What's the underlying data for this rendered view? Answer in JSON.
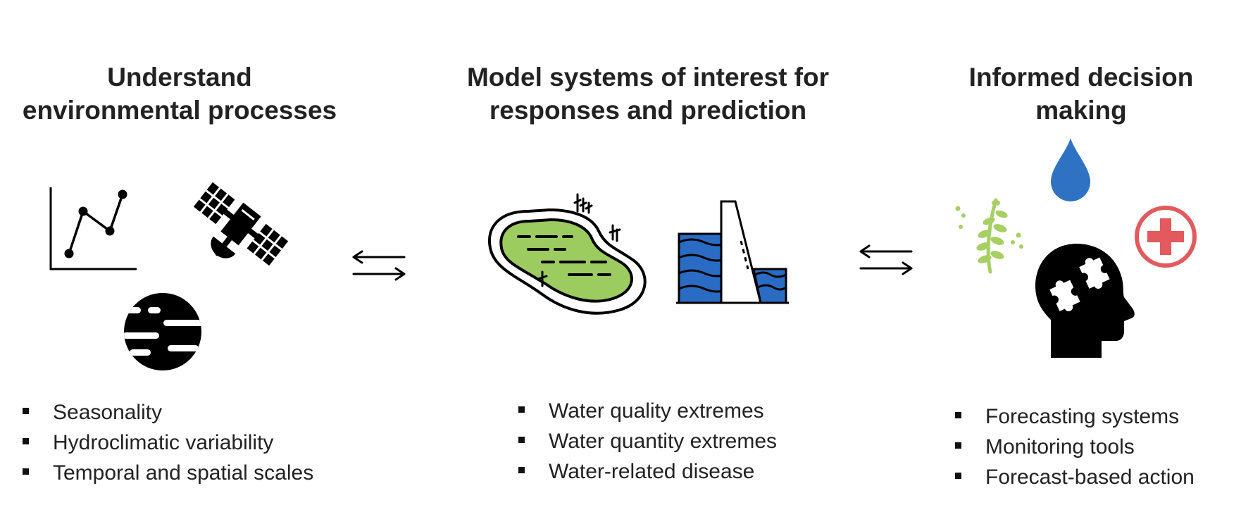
{
  "columns": [
    {
      "title_lines": [
        "Understand",
        "environmental processes"
      ],
      "bullets": [
        "Seasonality",
        "Hydroclimatic variability",
        "Temporal and spatial scales"
      ]
    },
    {
      "title_lines": [
        "Model systems of interest for",
        "responses and prediction"
      ],
      "bullets": [
        "Water quality extremes",
        "Water quantity extremes",
        "Water-related disease"
      ]
    },
    {
      "title_lines": [
        "Informed decision",
        "making"
      ],
      "bullets": [
        "Forecasting systems",
        "Monitoring tools",
        "Forecast-based action"
      ]
    }
  ],
  "colors": {
    "lake_green": "#9ccc5f",
    "water_blue": "#2a6cc4",
    "drop_blue": "#2f72c4",
    "health_red": "#e3595e",
    "plant_green": "#a6cf64",
    "text": "#222222"
  },
  "icons": [
    "line-chart-icon",
    "satellite-icon",
    "planet-icon",
    "lake-icon",
    "dam-icon",
    "water-drop-icon",
    "plant-icon",
    "medical-cross-icon",
    "head-puzzle-icon",
    "bidirectional-arrows-icon"
  ]
}
